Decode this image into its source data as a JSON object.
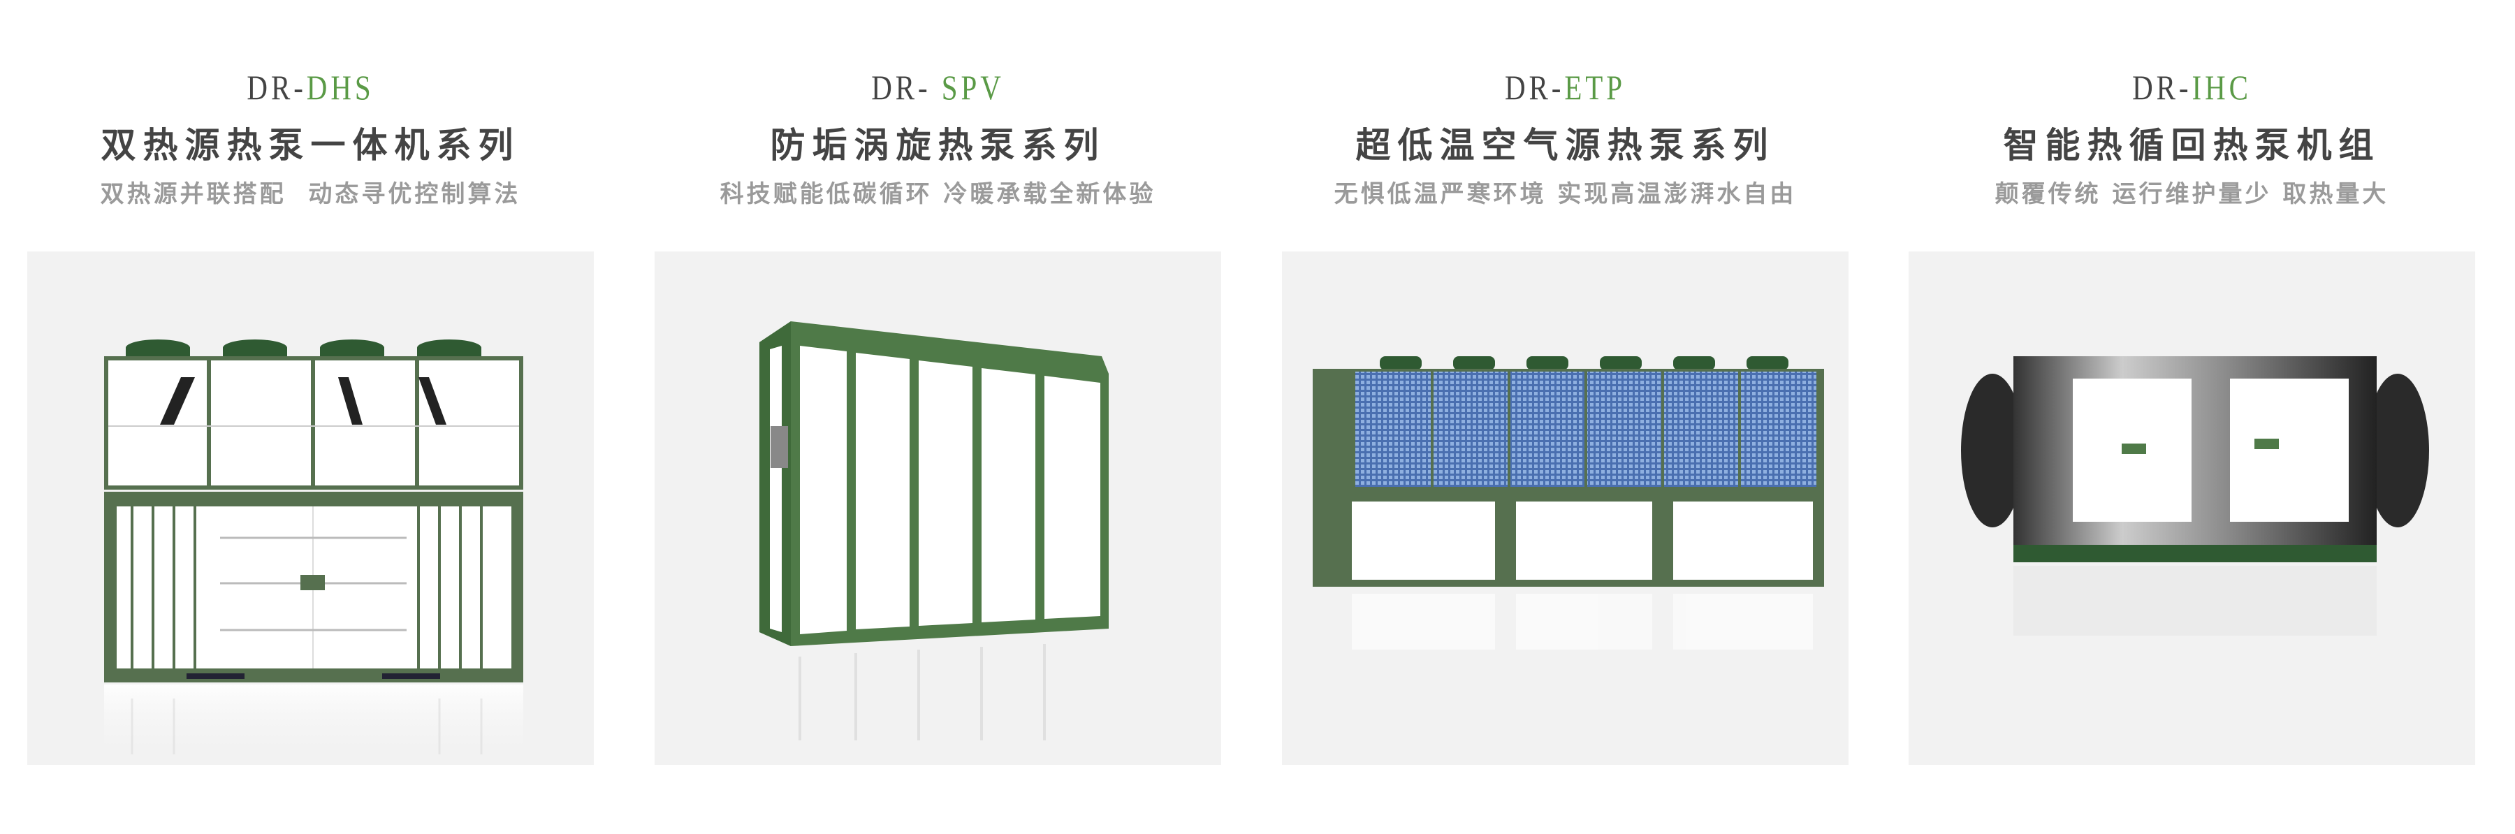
{
  "products": [
    {
      "prefix": "DR-",
      "code": "DHS",
      "title": "双热源热泵一体机系列",
      "subtitle": "双热源并联搭配  动态寻优控制算法"
    },
    {
      "prefix": "DR- ",
      "code": "SPV",
      "title": "防垢涡旋热泵系列",
      "subtitle": "科技赋能低碳循环 冷暖承载全新体验"
    },
    {
      "prefix": "DR-",
      "code": "ETP",
      "title": "超低温空气源热泵系列",
      "subtitle": "无惧低温严寒环境 实现高温澎湃水自由"
    },
    {
      "prefix": "DR-",
      "code": "IHC",
      "title": "智能热循回热泵机组",
      "subtitle": "颠覆传统 运行维护量少 取热量大"
    }
  ],
  "colors": {
    "accent": "#5a9a46",
    "frame": "#56704f",
    "text": "#444444",
    "subtext": "#9a9a9a",
    "card": "#f2f2f2"
  }
}
